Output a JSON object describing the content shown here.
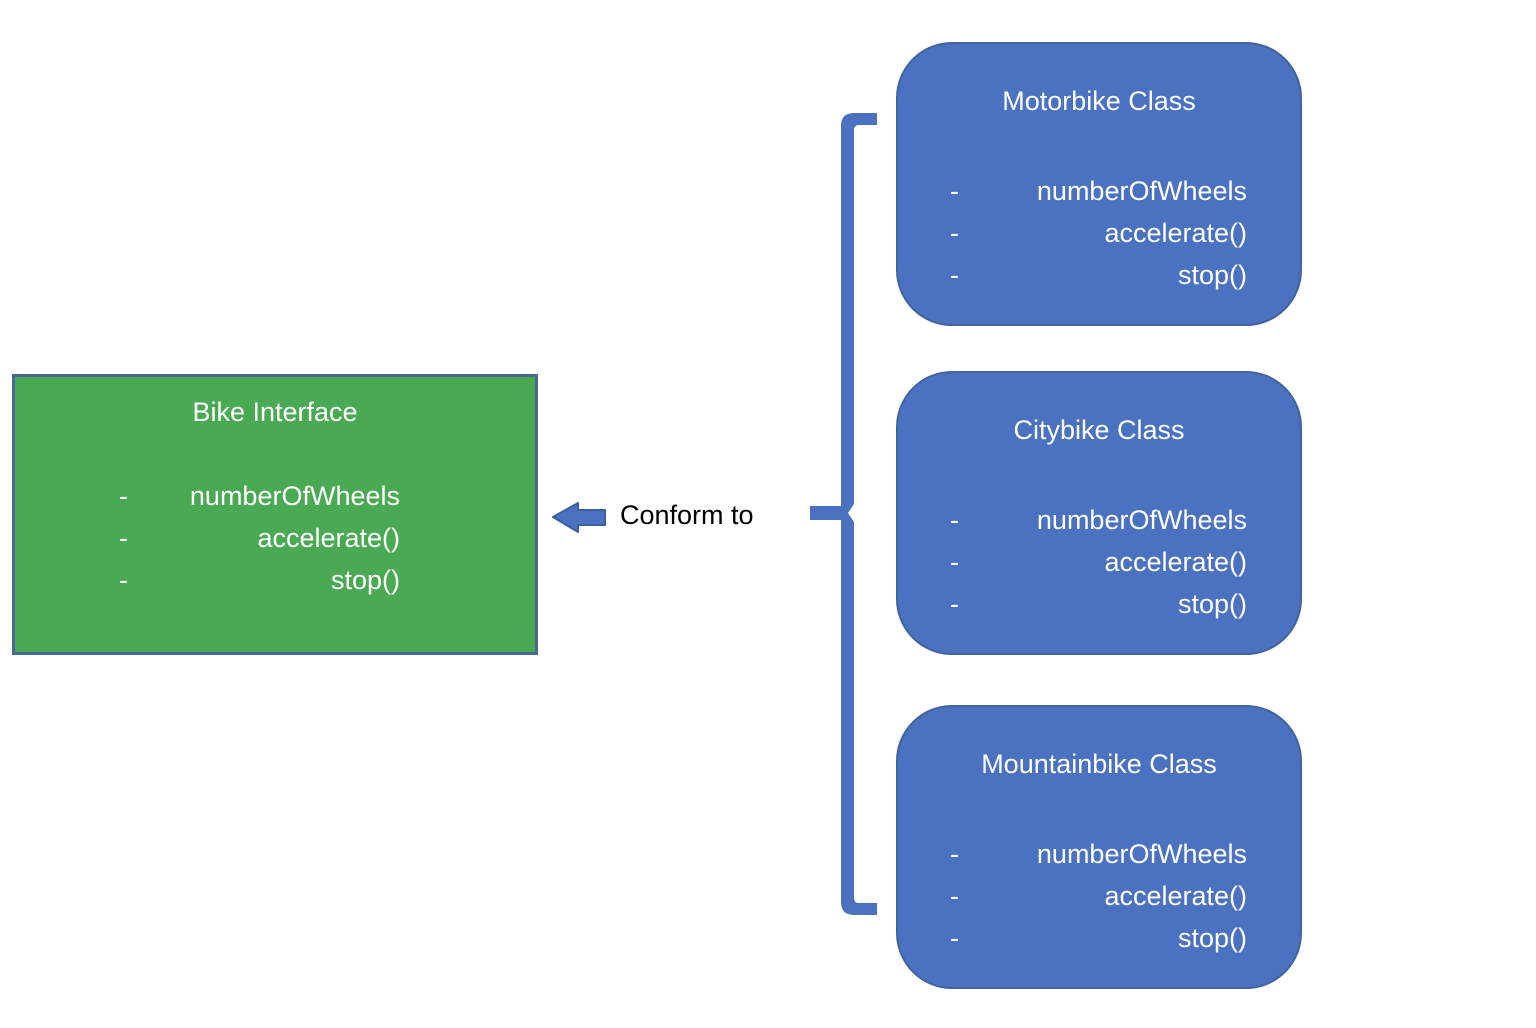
{
  "interface_box": {
    "title": "Bike Interface",
    "members": [
      "numberOfWheels",
      "accelerate()",
      "stop()"
    ]
  },
  "classes": [
    {
      "title": "Motorbike Class",
      "members": [
        "numberOfWheels",
        "accelerate()",
        "stop()"
      ]
    },
    {
      "title": "Citybike Class",
      "members": [
        "numberOfWheels",
        "accelerate()",
        "stop()"
      ]
    },
    {
      "title": "Mountainbike Class",
      "members": [
        "numberOfWheels",
        "accelerate()",
        "stop()"
      ]
    }
  ],
  "relation": {
    "label": "Conform to"
  },
  "bullet": "-",
  "colors": {
    "interface_fill": "#4aaa54",
    "interface_border": "#4d6795",
    "class_fill": "#4a72c0",
    "class_border": "#41639f",
    "connector": "#4a72c0",
    "arrow_border": "#3a5fa3",
    "box_text": "#ffffff",
    "label_text": "#000000"
  }
}
